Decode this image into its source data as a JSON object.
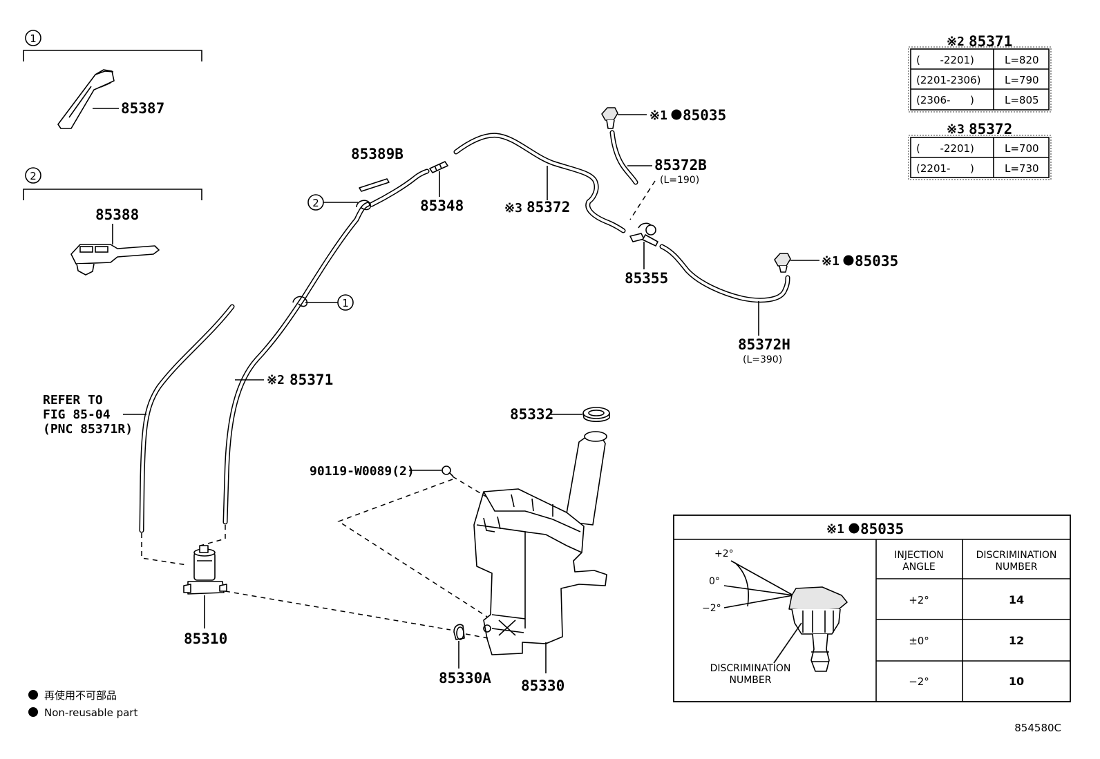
{
  "inset_1": {
    "marker": "1",
    "part": "85387"
  },
  "inset_2": {
    "marker": "2",
    "part": "85388"
  },
  "labels": {
    "p85389B": "85389B",
    "p85348": "85348",
    "p85372_prefix": "※3",
    "p85372": "85372",
    "p85035_top_prefix": "※1",
    "p85035_top": "85035",
    "p85372B": "85372B",
    "p85372B_len": "(L=190)",
    "p85355": "85355",
    "p85035_right_prefix": "※1",
    "p85035_right": "85035",
    "p85372H": "85372H",
    "p85372H_len": "(L=390)",
    "callout_1": "1",
    "callout_2": "2",
    "p85371_prefix": "※2",
    "p85371": "85371",
    "refer_line1": "REFER TO",
    "refer_line2": "FIG 85-04",
    "refer_line3": "(PNC 85371R)",
    "p85332": "85332",
    "p90119": "90119-W0089(2)",
    "p85310": "85310",
    "p85330A": "85330A",
    "p85330": "85330",
    "figure_code": "854580C"
  },
  "legend": {
    "line_jp": "再使用不可部品",
    "line_en": "Non-reusable part"
  },
  "table_85371": {
    "title_prefix": "※2",
    "title_part": "85371",
    "rows": [
      {
        "range": "(      -2201)",
        "length": "L=820"
      },
      {
        "range": "(2201-2306)",
        "length": "L=790"
      },
      {
        "range": "(2306-      )",
        "length": "L=805"
      }
    ]
  },
  "table_85372": {
    "title_prefix": "※3",
    "title_part": "85372",
    "rows": [
      {
        "range": "(      -2201)",
        "length": "L=700"
      },
      {
        "range": "(2201-      )",
        "length": "L=730"
      }
    ]
  },
  "nozzle_table": {
    "title_prefix": "※1",
    "title_part": "85035",
    "angle_marks": [
      "+2°",
      "0°",
      "−2°"
    ],
    "discrimination_label_1": "DISCRIMINATION",
    "discrimination_label_2": "NUMBER",
    "col1_header_1": "INJECTION",
    "col1_header_2": "ANGLE",
    "col2_header_1": "DISCRIMINATION",
    "col2_header_2": "NUMBER",
    "rows": [
      {
        "angle": "+2°",
        "number": "14"
      },
      {
        "angle": "±0°",
        "number": "12"
      },
      {
        "angle": "−2°",
        "number": "10"
      }
    ]
  }
}
